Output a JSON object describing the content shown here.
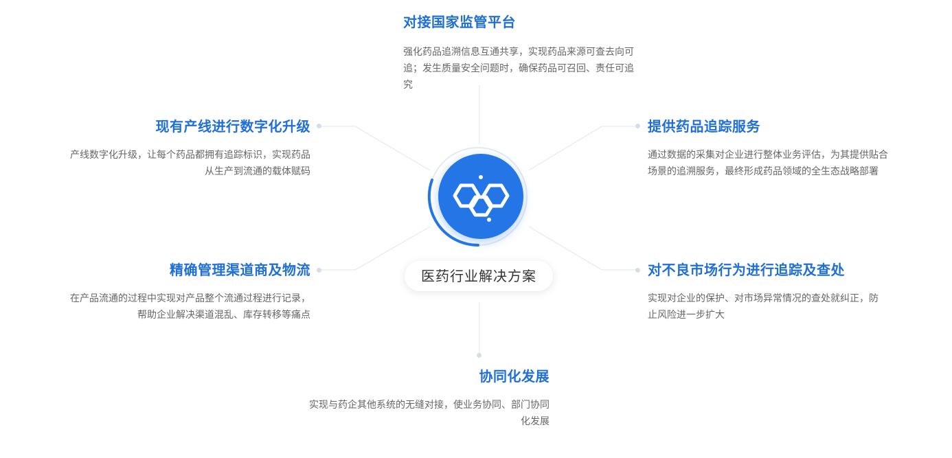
{
  "center": {
    "label": "医药行业解决方案",
    "icon": "molecule-hexagon-icon"
  },
  "colors": {
    "accent": "#1f6fd6",
    "hub": "#2476e6",
    "text": "#666666",
    "line": "#dfe4ec"
  },
  "nodes": {
    "top": {
      "title": "对接国家监管平台",
      "desc": "强化药品追溯信息互通共享，实现药品来源可查去向可追；发生质量安全问题时，确保药品可召回、责任可追究"
    },
    "upper_left": {
      "title": "现有产线进行数字化升级",
      "desc": "产线数字化升级，让每个药品都拥有追踪标识，实现药品从生产到流通的载体赋码"
    },
    "upper_right": {
      "title": "提供药品追踪服务",
      "desc": "通过数据的采集对企业进行整体业务评估，为其提供贴合场景的追溯服务，最终形成药品领域的全生态战略部署"
    },
    "lower_left": {
      "title": "精确管理渠道商及物流",
      "desc": "在产品流通的过程中实现对产品整个流通过程进行记录，帮助企业解决渠道混乱、库存转移等痛点"
    },
    "lower_right": {
      "title": "对不良市场行为进行追踪及查处",
      "desc": "实现对企业的保护、对市场异常情况的查处就纠正，防止风险进一步扩大"
    },
    "bottom": {
      "title": "协同化发展",
      "desc": "实现与药企其他系统的无缝对接，使业务协同、部门协同化发展"
    }
  }
}
